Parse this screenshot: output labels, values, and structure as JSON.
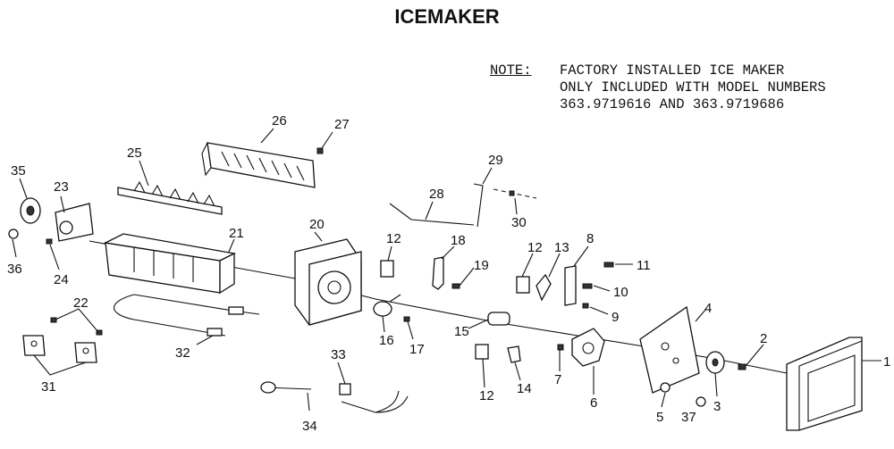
{
  "title": "ICEMAKER",
  "note": {
    "label": "NOTE:",
    "lines": [
      "FACTORY INSTALLED ICE MAKER",
      "ONLY INCLUDED WITH MODEL NUMBERS",
      "363.9719616 AND 363.9719686"
    ]
  },
  "callouts": {
    "c1": "1",
    "c2": "2",
    "c3": "3",
    "c4": "4",
    "c5": "5",
    "c6": "6",
    "c7": "7",
    "c8": "8",
    "c9": "9",
    "c10": "10",
    "c11": "11",
    "c12a": "12",
    "c12b": "12",
    "c12c": "12",
    "c13": "13",
    "c14": "14",
    "c15": "15",
    "c16": "16",
    "c17": "17",
    "c18": "18",
    "c19": "19",
    "c20": "20",
    "c21": "21",
    "c22": "22",
    "c23": "23",
    "c24": "24",
    "c25": "25",
    "c26": "26",
    "c27": "27",
    "c28": "28",
    "c29": "29",
    "c30": "30",
    "c31": "31",
    "c32": "32",
    "c33": "33",
    "c34": "34",
    "c35": "35",
    "c36": "36",
    "c37": "37"
  }
}
